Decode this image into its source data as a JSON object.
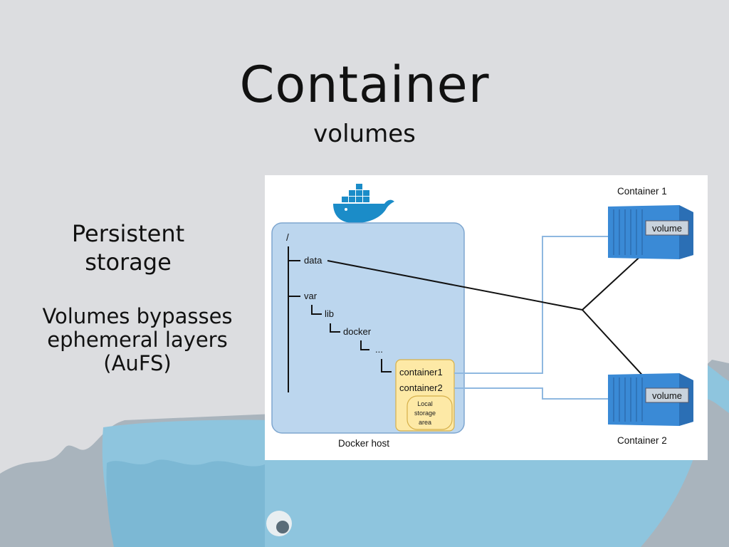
{
  "slide": {
    "title": "Container",
    "subtitle": "volumes",
    "left_heading_lines": [
      "Persistent",
      "storage"
    ],
    "left_body_lines": [
      "Volumes bypasses",
      "ephemeral layers",
      "(AuFS)"
    ]
  },
  "diagram": {
    "root": "/",
    "tree": {
      "data": "data",
      "var": "var",
      "lib": "lib",
      "docker": "docker",
      "ellipsis": "..."
    },
    "storage_box": {
      "container1": "container1",
      "container2": "container2",
      "local_lines": [
        "Local",
        "storage",
        "area"
      ]
    },
    "host_label": "Docker host",
    "containers": [
      {
        "label": "Container 1",
        "volume": "volume"
      },
      {
        "label": "Container 2",
        "volume": "volume"
      }
    ],
    "colors": {
      "host_fill": "#bcd6ee",
      "host_stroke": "#7ea6cf",
      "storage_fill": "#fde9a6",
      "storage_stroke": "#d6b04a",
      "container_blue": "#3a8ad6",
      "connector": "#8fb8e0",
      "background_whale": "#8ec5de"
    },
    "icons": [
      "docker-whale-logo",
      "shipping-container-icon"
    ]
  }
}
